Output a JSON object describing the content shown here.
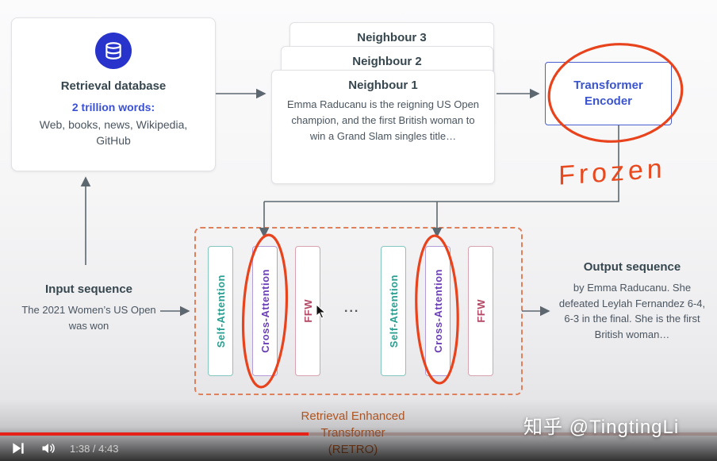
{
  "diagram": {
    "retrieval": {
      "title": "Retrieval database",
      "highlight": "2 trillion words:",
      "body": "Web, books, news, Wikipedia, GitHub"
    },
    "neighbours": {
      "n3": "Neighbour 3",
      "n2": "Neighbour 2",
      "n1": "Neighbour 1",
      "n1_body": "Emma Raducanu is the reigning US Open champion, and the first British woman to win a Grand Slam singles title…"
    },
    "encoder_label": "Transformer Encoder",
    "frozen": "Frozen",
    "decoder": {
      "blocks": [
        "Self-Attention",
        "Cross-Attention",
        "FFW"
      ],
      "ellipsis": "..."
    },
    "input": {
      "title": "Input sequence",
      "body": "The 2021 Women’s US Open was won"
    },
    "output": {
      "title": "Output sequence",
      "body": "by Emma Raducanu. She defeated Leylah Fernandez 6-4, 6-3 in the final. She is the first British woman…"
    },
    "caption": [
      "Retrieval Enhanced",
      "Transformer",
      "(RETRO)"
    ]
  },
  "player": {
    "time": "1:38 / 4:43",
    "progress_percent": 43
  },
  "watermark": "知乎 @TingtingLi",
  "colors": {
    "accent_blue": "#3b54cf",
    "teal": "#2a9d8f",
    "purple": "#6a3fb5",
    "rose": "#b24a66",
    "annotation_red": "#e8431c",
    "dashed_orange": "#e0805b",
    "caption_orange": "#bc5b24",
    "progress_red": "#e62117"
  }
}
